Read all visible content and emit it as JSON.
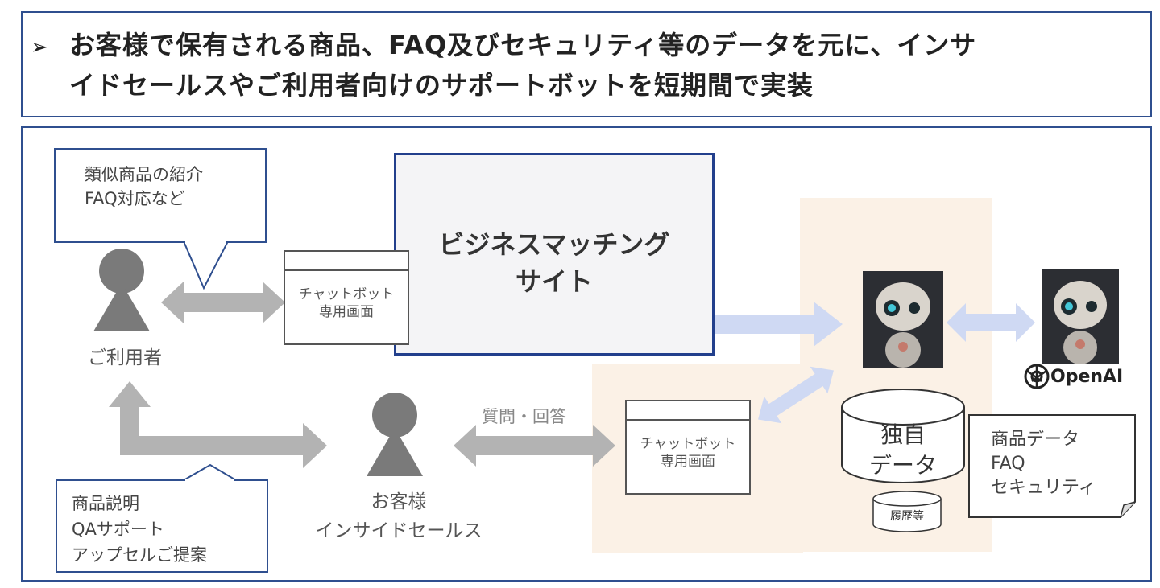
{
  "header": {
    "bullet": "➢",
    "line1": "お客様で保有される商品、FAQ及びセキュリティ等のデータを元に、インサ",
    "line2": "イドセールスやご利用者向けのサポートボットを短期間で実装"
  },
  "callout_top": {
    "line1": "類似商品の紹介",
    "line2": "FAQ対応など"
  },
  "callout_bottom": {
    "line1": "商品説明",
    "line2": "QAサポート",
    "line3": "アップセルご提案"
  },
  "user_label": "ご利用者",
  "customer_label": {
    "line1": "お客様",
    "line2": "インサイドセールス"
  },
  "chatbot_window_1": {
    "line1": "チャットボット",
    "line2": "専用画面"
  },
  "chatbot_window_2": {
    "line1": "チャットボット",
    "line2": "専用画面"
  },
  "business_site": {
    "line1": "ビジネスマッチング",
    "line2": "サイト"
  },
  "qa_label": "質問・回答",
  "own_data": {
    "line1": "独自",
    "line2": "データ"
  },
  "history_label": "履歴等",
  "data_note": {
    "line1": "商品データ",
    "line2": "FAQ",
    "line3": "セキュリティ"
  },
  "openai_label": "OpenAI",
  "colors": {
    "frame_border": "#2f4f8f",
    "gray_arrow": "#b3b3b3",
    "blue_arrow": "#cfd9f3",
    "peach_zone": "#fbf1e6",
    "person": "#7a7a7a"
  }
}
